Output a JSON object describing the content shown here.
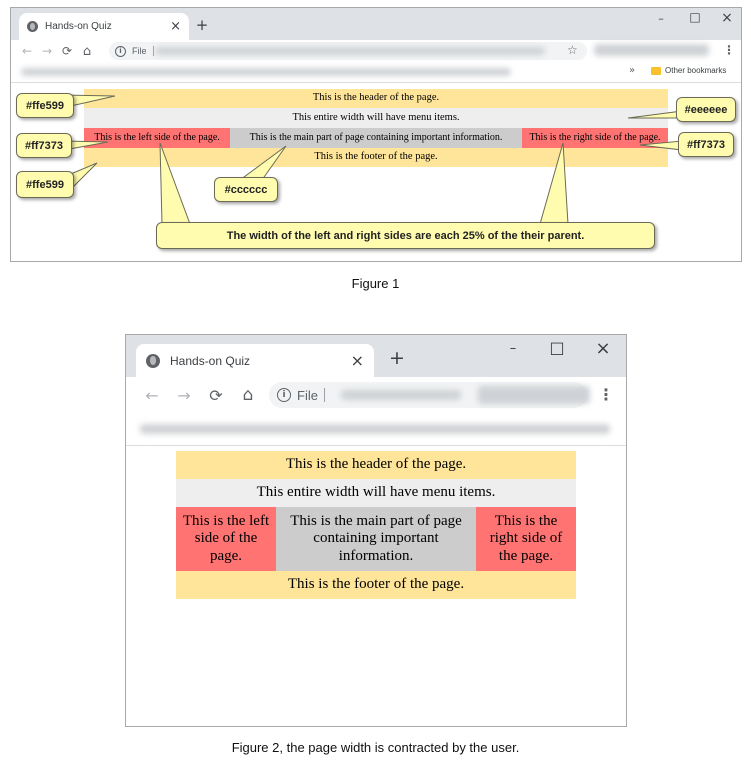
{
  "figure1": {
    "tab_title": "Hands-on Quiz",
    "new_tab": "+",
    "close_tab": "×",
    "win_min": "–",
    "win_max": "□",
    "win_close": "×",
    "nav_back": "←",
    "nav_forward": "→",
    "reload": "⟳",
    "home": "⌂",
    "info": "i",
    "file_label": "File",
    "star": "☆",
    "menu": "⋮",
    "bookmarks_chevron": "»",
    "other_bookmarks": "Other bookmarks",
    "page": {
      "header": "This is the header of the page.",
      "menu": "This entire width will have menu items.",
      "left": "This is the left side of the page.",
      "main": "This is the main part of page containing important information.",
      "right": "This is the right side of the page.",
      "footer": "This is the footer of the page."
    },
    "callouts": {
      "header_color": "#ffe599",
      "menu_color": "#eeeeee",
      "left_color": "#ff7373",
      "right_color": "#ff7373",
      "main_color": "#cccccc",
      "footer_color": "#ffe599",
      "width_note": "The width of the left and right sides are each 25% of the their parent."
    },
    "caption": "Figure 1"
  },
  "figure2": {
    "tab_title": "Hands-on Quiz",
    "new_tab": "+",
    "close_tab": "×",
    "win_min": "–",
    "win_max": "□",
    "win_close": "×",
    "nav_back": "←",
    "nav_forward": "→",
    "reload": "⟳",
    "home": "⌂",
    "info": "i",
    "file_label": "File",
    "menu": "⋮",
    "page": {
      "header": "This is the header of the page.",
      "menu": "This entire width will have menu items.",
      "left": "This is the left side of the page.",
      "main": "This is the main part of page containing important information.",
      "right": "This is the right side of the page.",
      "footer": "This is the footer of the page."
    },
    "caption": "Figure 2, the page width is contracted by the user."
  },
  "colors": {
    "header": "#ffe599",
    "menu": "#eeeeee",
    "side": "#ff7373",
    "main": "#cccccc",
    "footer": "#ffe599",
    "callout_fill": "#fffcb0"
  }
}
